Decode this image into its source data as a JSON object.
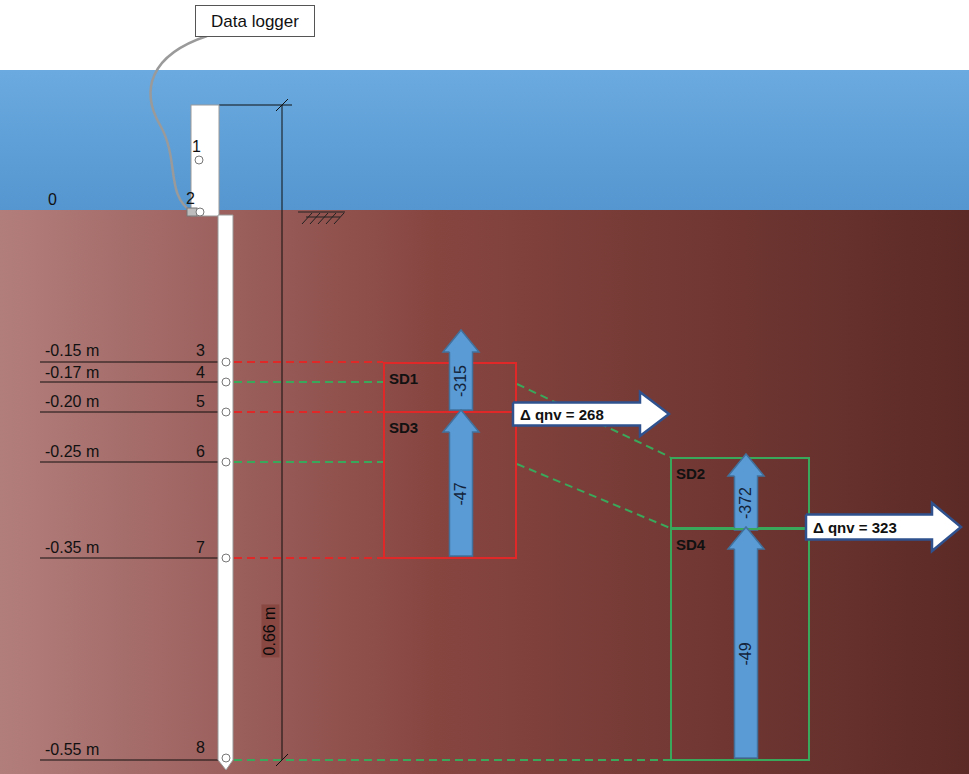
{
  "diagram": {
    "nodes": [
      {
        "text": [
          "Data logger"
        ]
      },
      {
        "text": [
          "SD1"
        ]
      },
      {
        "text": [
          "-315"
        ],
        "in": 1
      },
      {
        "text": [
          "SD3"
        ]
      },
      {
        "text": [
          "-47"
        ],
        "in": 3
      },
      {
        "text": [
          "Δ qnv = 268"
        ]
      },
      {
        "text": [
          "SD2"
        ]
      },
      {
        "text": [
          "-372"
        ],
        "in": 6
      },
      {
        "text": [
          "SD4"
        ]
      },
      {
        "text": [
          "-49"
        ],
        "in": 8
      },
      {
        "text": [
          "Δ qnv = 323"
        ]
      }
    ],
    "labels": [
      "1",
      "2",
      "0",
      "-0.15 m",
      "3",
      "-0.17 m",
      "4",
      "-0.20 m",
      "5",
      "0.66 m",
      "-0.25 m",
      "6",
      "-0.35 m",
      "7",
      "-0.55 m",
      "8"
    ]
  }
}
